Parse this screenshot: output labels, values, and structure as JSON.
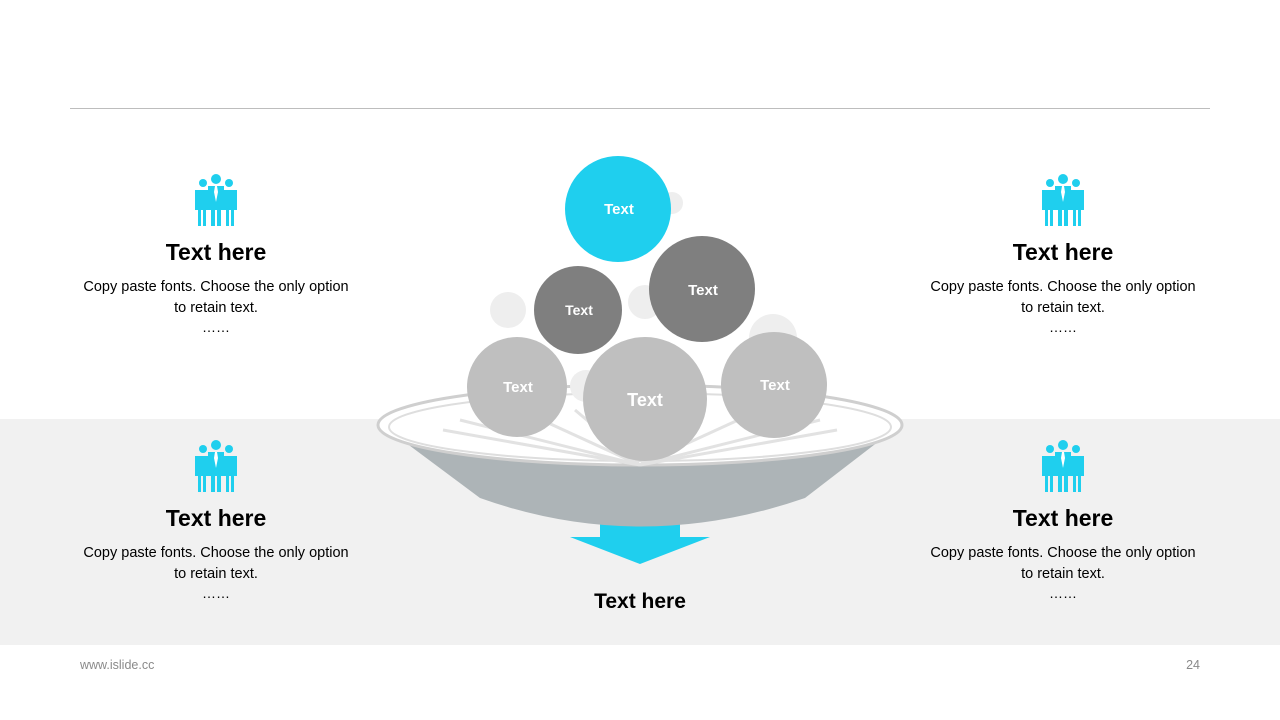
{
  "blocks": [
    {
      "title": "Text here",
      "desc": "Copy paste fonts. Choose the only option to retain text.",
      "dots": "……"
    },
    {
      "title": "Text here",
      "desc": "Copy paste fonts. Choose the only option to retain text.",
      "dots": "……"
    },
    {
      "title": "Text here",
      "desc": "Copy paste fonts. Choose the only option to retain text.",
      "dots": "……"
    },
    {
      "title": "Text here",
      "desc": "Copy paste fonts. Choose the only option to retain text.",
      "dots": "……"
    }
  ],
  "icon": "people-group-icon",
  "circles": [
    "Text",
    "Text",
    "Text",
    "Text",
    "Text",
    "Text"
  ],
  "bottom_title": "Text here",
  "footer": {
    "url": "www.islide.cc",
    "page": "24"
  },
  "colors": {
    "accent": "#1fcfee",
    "dark_gray": "#7f7f7f",
    "light_gray": "#bfbfbf",
    "bowl": "#adb4b7",
    "band": "#f1f1f1"
  }
}
